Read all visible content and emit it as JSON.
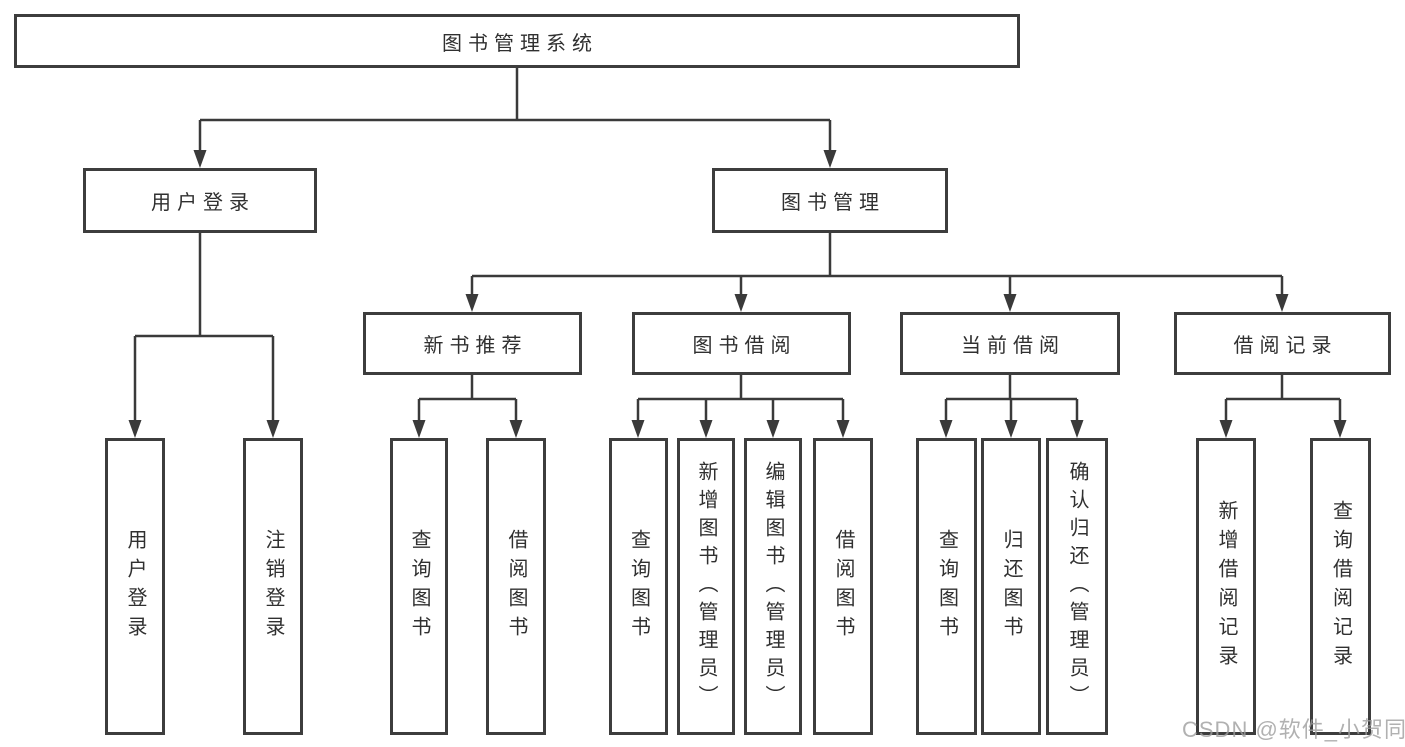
{
  "diagram_title": "图书管理系统",
  "tree": {
    "label": "图书管理系统",
    "children": [
      {
        "label": "用户登录",
        "children": [
          {
            "label": "用户登录"
          },
          {
            "label": "注销登录"
          }
        ]
      },
      {
        "label": "图书管理",
        "children": [
          {
            "label": "新书推荐",
            "children": [
              {
                "label": "查询图书"
              },
              {
                "label": "借阅图书"
              }
            ]
          },
          {
            "label": "图书借阅",
            "children": [
              {
                "label": "查询图书"
              },
              {
                "label": "新增图书（管理员）"
              },
              {
                "label": "编辑图书（管理员）"
              },
              {
                "label": "借阅图书"
              }
            ]
          },
          {
            "label": "当前借阅",
            "children": [
              {
                "label": "查询图书"
              },
              {
                "label": "归还图书"
              },
              {
                "label": "确认归还（管理员）"
              }
            ]
          },
          {
            "label": "借阅记录",
            "children": [
              {
                "label": "新增借阅记录"
              },
              {
                "label": "查询借阅记录"
              }
            ]
          }
        ]
      }
    ]
  },
  "watermark": {
    "text": "CSDN @软件_小贺同学"
  },
  "colors": {
    "line": "#3a3a3a",
    "box_border": "#3d3d3d",
    "text": "#303030",
    "background": "#ffffff",
    "watermark": "#9e9e9e"
  }
}
